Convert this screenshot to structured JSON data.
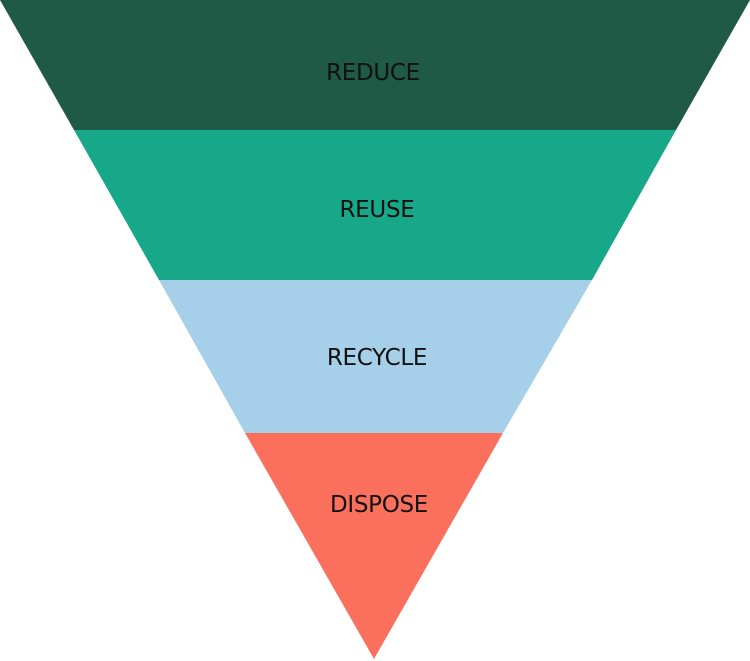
{
  "hierarchy": {
    "tiers": [
      {
        "label": "REDUCE",
        "color": "#1e5a45"
      },
      {
        "label": "REUSE",
        "color": "#17a88a"
      },
      {
        "label": "RECYCLE",
        "color": "#a6cfe9"
      },
      {
        "label": "DISPOSE",
        "color": "#fb705c"
      }
    ]
  }
}
